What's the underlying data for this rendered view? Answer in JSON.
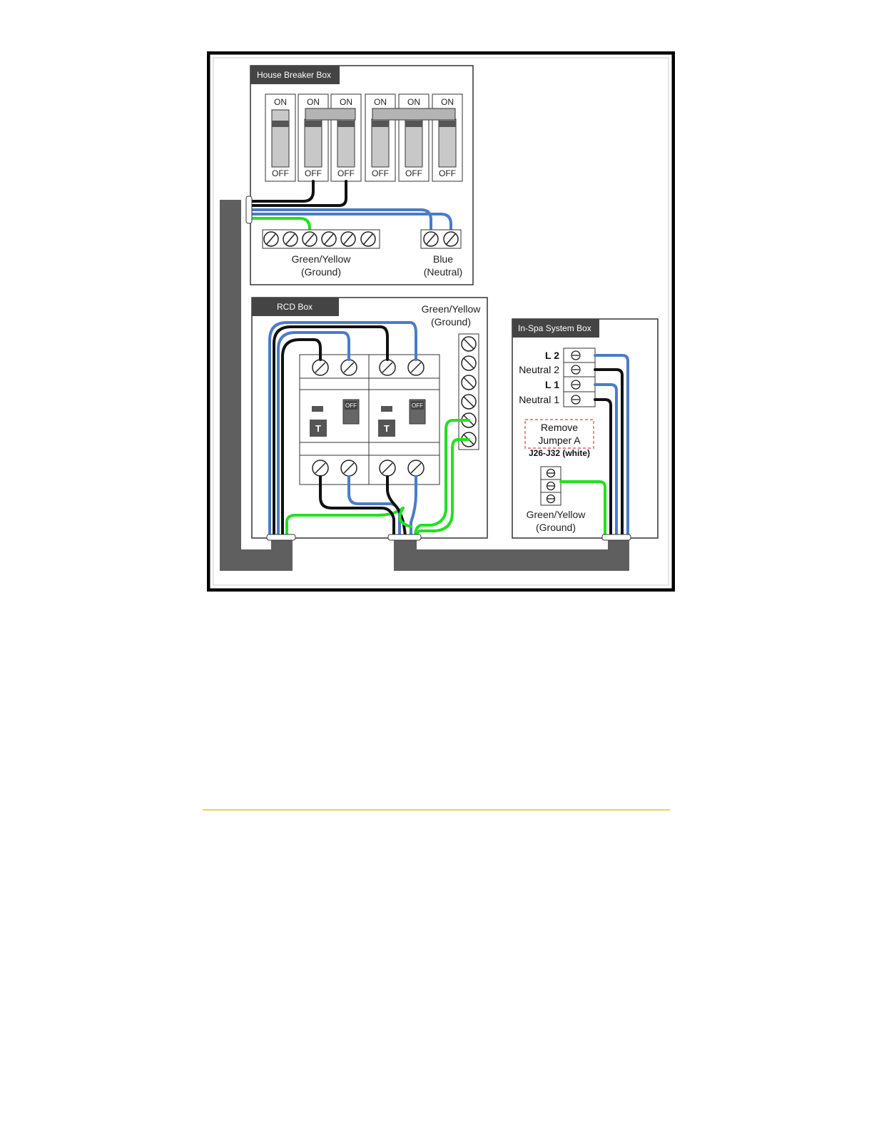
{
  "house_breaker_box": {
    "title": "House Breaker Box",
    "breakers": [
      {
        "on": "ON",
        "off": "OFF"
      },
      {
        "on": "ON",
        "off": "OFF"
      },
      {
        "on": "ON",
        "off": "OFF"
      },
      {
        "on": "ON",
        "off": "OFF"
      },
      {
        "on": "ON",
        "off": "OFF"
      },
      {
        "on": "ON",
        "off": "OFF"
      }
    ],
    "ground_label_1": "Green/Yellow",
    "ground_label_2": "(Ground)",
    "neutral_label_1": "Blue",
    "neutral_label_2": "(Neutral)"
  },
  "rcd_box": {
    "title": "RCD Box",
    "ground_label_1": "Green/Yellow",
    "ground_label_2": "(Ground)",
    "test_button_label": "T",
    "switch_label": "OFF"
  },
  "spa_box": {
    "title": "In-Spa System Box",
    "terminals": [
      {
        "label": "L 2",
        "bold": true
      },
      {
        "label": "Neutral 2",
        "bold": false
      },
      {
        "label": "L 1",
        "bold": true
      },
      {
        "label": "Neutral 1",
        "bold": false
      }
    ],
    "jumper_note_1": "Remove",
    "jumper_note_2": "Jumper A",
    "jumper_note_3": "J26-J32 (white)",
    "ground_label_1": "Green/Yellow",
    "ground_label_2": "(Ground)"
  },
  "colors": {
    "line_wire": "#111111",
    "neutral_wire": "#4a7cc9",
    "ground_wire": "#22e022",
    "conduit": "#5f5f5f",
    "title_bar": "#444444",
    "jumper_border": "#e04040",
    "rule": "#f2d14a"
  }
}
